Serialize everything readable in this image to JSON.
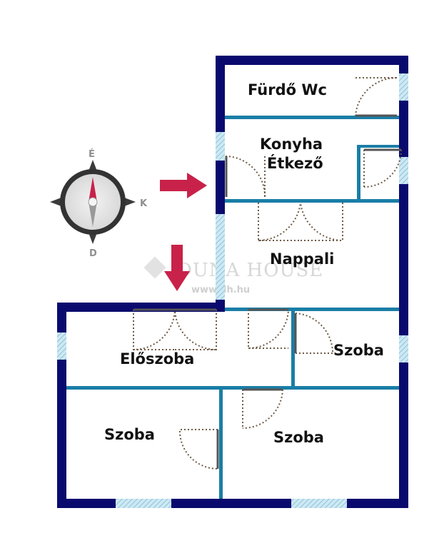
{
  "rooms": {
    "furdo": "Fürdő Wc",
    "konyha_1": "Konyha",
    "konyha_2": "Étkező",
    "nappali": "Nappali",
    "eloszoba": "Előszoba",
    "szoba_right": "Szoba",
    "szoba_bl": "Szoba",
    "szoba_br": "Szoba"
  },
  "compass": {
    "north": "É",
    "east": "K",
    "south": "D",
    "needle_color": "#c8224a"
  },
  "watermark": {
    "brand": "DUNA HOUSE",
    "url": "www.dh.hu"
  },
  "colors": {
    "outer_wall": "#0a0a6e",
    "inner_wall": "#1a7ea6",
    "arrow": "#c8224a"
  }
}
